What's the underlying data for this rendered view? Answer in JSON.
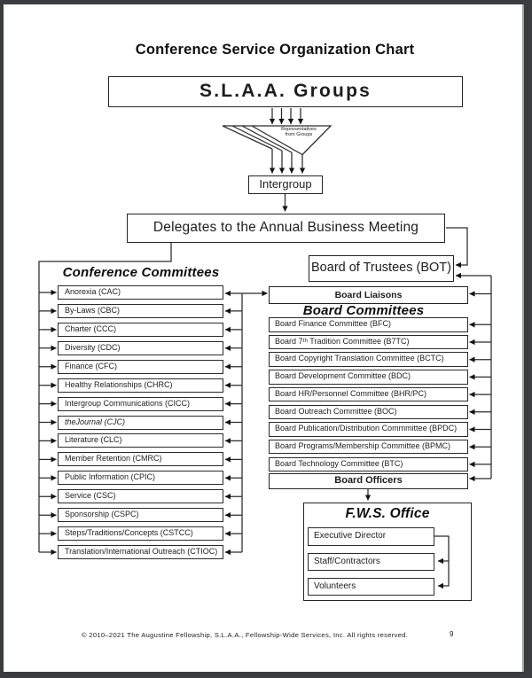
{
  "page": {
    "title": "Conference Service Organization Chart",
    "footer": "© 2010–2021 The Augustine Fellowship, S.L.A.A., Fellowship-Wide Services, Inc. All rights reserved.",
    "page_number": "9"
  },
  "groups": {
    "label": "S.L.A.A. Groups"
  },
  "funnel": {
    "line1": "Representatives",
    "line2": "from Groups"
  },
  "intergroup": {
    "label": "Intergroup"
  },
  "delegates": {
    "label": "Delegates to the Annual Business Meeting"
  },
  "board_of_trustees": {
    "label": "Board of Trustees (BOT)"
  },
  "board_liaisons": {
    "label": "Board Liaisons"
  },
  "conference": {
    "header": "Conference Committees",
    "items": [
      "Anorexia (CAC)",
      "By-Laws (CBC)",
      "Charter (CCC)",
      "Diversity (CDC)",
      "Finance (CFC)",
      "Healthy Relationships (CHRC)",
      "Intergroup Communications (CICC)",
      "theJournal (CJC)",
      "Literature (CLC)",
      "Member Retention (CMRC)",
      "Public Information (CPIC)",
      "Service (CSC)",
      "Sponsorship (CSPC)",
      "Steps/Traditions/Concepts (CSTCC)",
      "Translation/International Outreach (CTIOC)"
    ]
  },
  "board": {
    "header": "Board Committees",
    "officers": "Board Officers",
    "items": [
      "Board Finance Committee (BFC)",
      "Board 7ᵗʰ Tradition Committee (B7TC)",
      "Board Copyright Translation Committee (BCTC)",
      "Board Development Committee (BDC)",
      "Board HR/Personnel Committee (BHR/PC)",
      "Board Outreach Committee (BOC)",
      "Board Publication/Distribution Commmittee (BPDC)",
      "Board Programs/Membership Committee (BPMC)",
      "Board Technology Committee (BTC)"
    ]
  },
  "fws": {
    "header": "F.W.S. Office",
    "items": [
      "Executive Director",
      "Staff/Contractors",
      "Volunteers"
    ]
  },
  "colors": {
    "line": "#2b2b2b",
    "page_bg": "#ffffff",
    "viewer_bg": "#3a3d40"
  }
}
